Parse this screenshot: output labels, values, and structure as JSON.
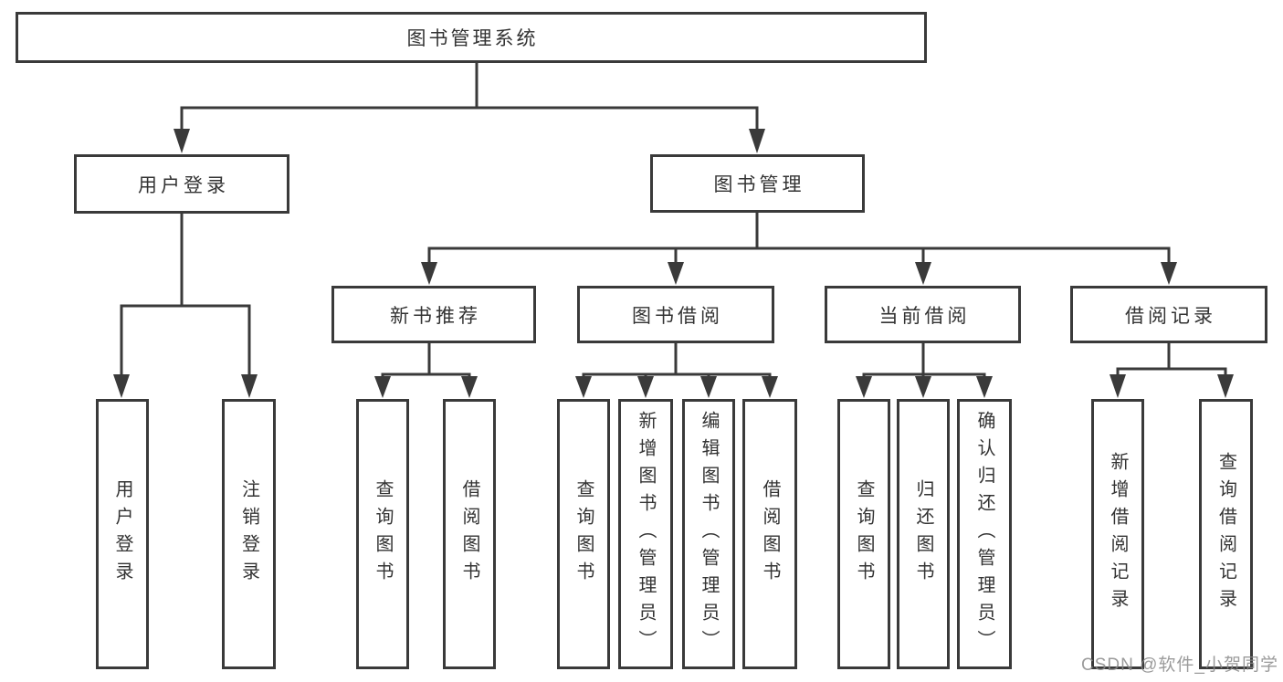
{
  "tree": {
    "label": "图书管理系统",
    "children": [
      {
        "label": "用户登录",
        "children": [
          {
            "label": "用户登录"
          },
          {
            "label": "注销登录"
          }
        ]
      },
      {
        "label": "图书管理",
        "children": [
          {
            "label": "新书推荐",
            "children": [
              {
                "label": "查询图书"
              },
              {
                "label": "借阅图书"
              }
            ]
          },
          {
            "label": "图书借阅",
            "children": [
              {
                "label": "查询图书"
              },
              {
                "label": "新增图书（管理员）"
              },
              {
                "label": "编辑图书（管理员）"
              },
              {
                "label": "借阅图书"
              }
            ]
          },
          {
            "label": "当前借阅",
            "children": [
              {
                "label": "查询图书"
              },
              {
                "label": "归还图书"
              },
              {
                "label": "确认归还（管理员）"
              }
            ]
          },
          {
            "label": "借阅记录",
            "children": [
              {
                "label": "新增借阅记录"
              },
              {
                "label": "查询借阅记录"
              }
            ]
          }
        ]
      }
    ]
  },
  "watermark": {
    "text": "CSDN @软件_小贺同学"
  },
  "colors": {
    "line": "#3a3a3a",
    "text": "#333333",
    "background": "#ffffff",
    "watermark": "#8a8a8a"
  }
}
